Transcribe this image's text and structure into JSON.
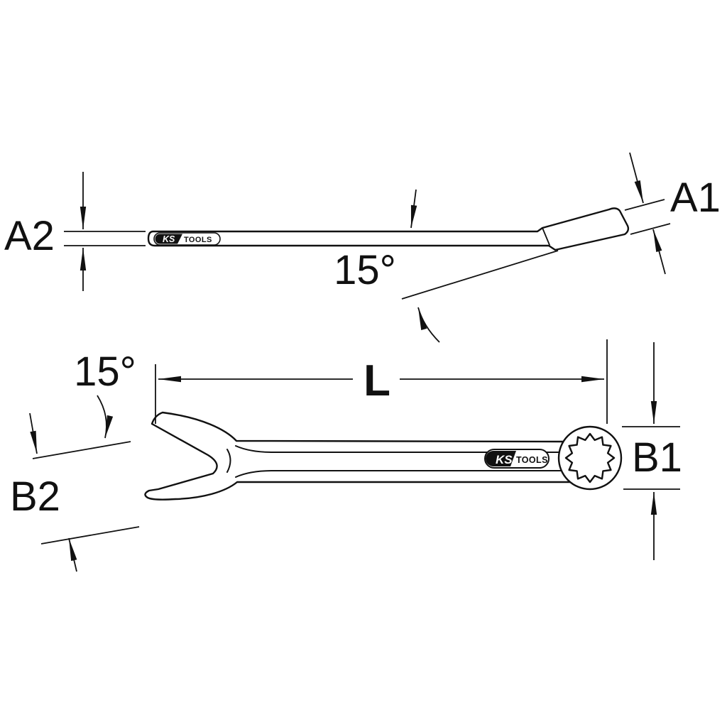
{
  "colors": {
    "line": "#111111",
    "background": "#ffffff"
  },
  "brand": {
    "ks": "KS",
    "tools": "TOOLS"
  },
  "dimensions": {
    "a1": "A1",
    "a2": "A2",
    "b1": "B1",
    "b2": "B2",
    "length": "L",
    "side_head_angle": "15°",
    "open_end_angle": "15°"
  }
}
